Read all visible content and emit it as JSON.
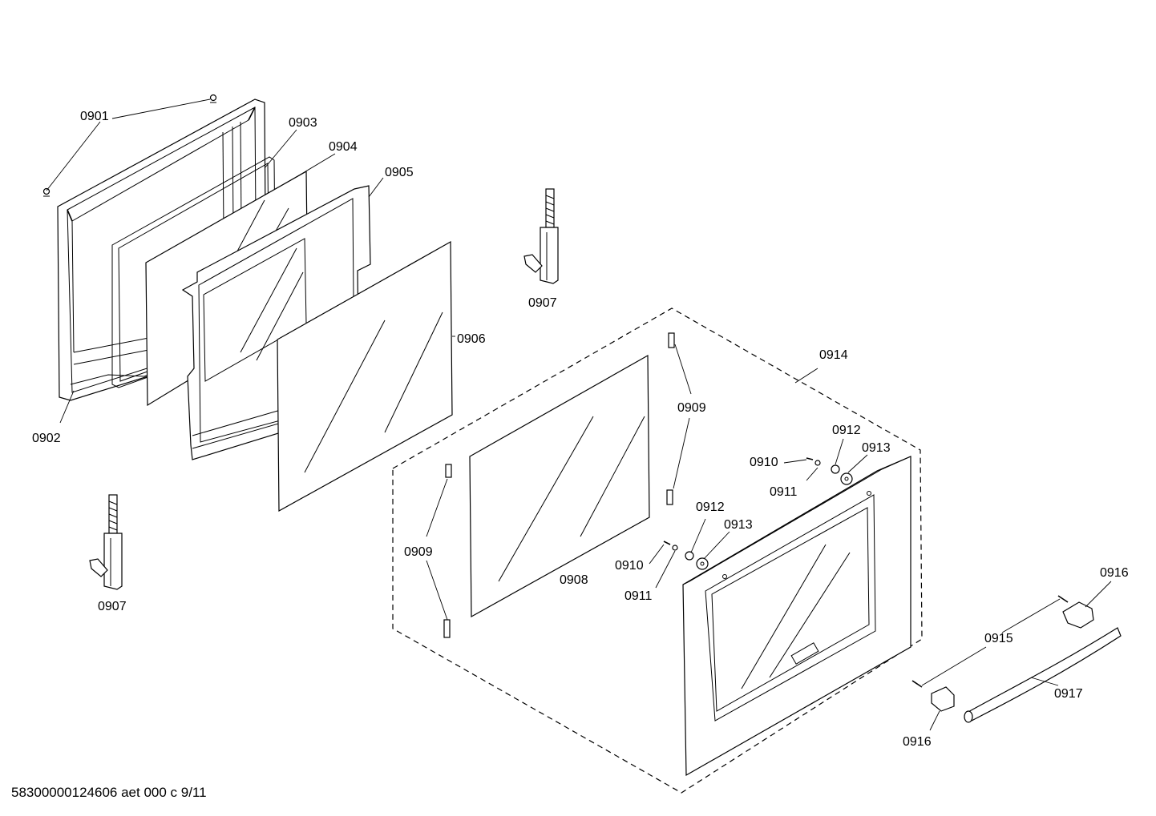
{
  "labels": {
    "p0901": "0901",
    "p0902": "0902",
    "p0903": "0903",
    "p0904": "0904",
    "p0905": "0905",
    "p0906": "0906",
    "p0907": "0907",
    "p0908": "0908",
    "p0909": "0909",
    "p0910": "0910",
    "p0911": "0911",
    "p0912": "0912",
    "p0913": "0913",
    "p0914": "0914",
    "p0915": "0915",
    "p0916": "0916",
    "p0917": "0917"
  },
  "footer": {
    "code": "58300000124606 aet 000 c 9/11"
  }
}
